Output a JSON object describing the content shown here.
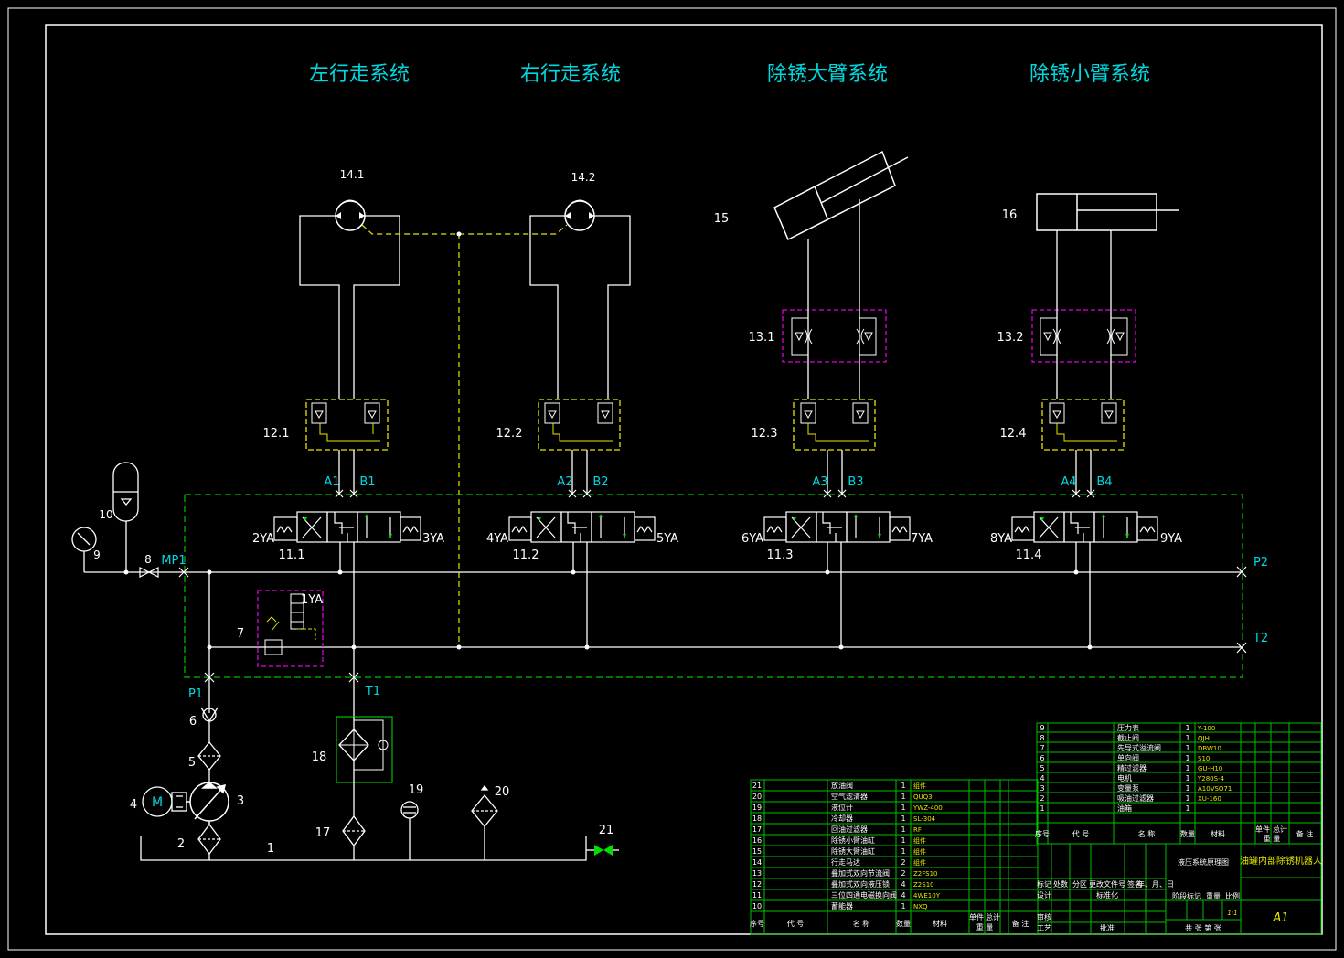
{
  "subsystem_titles": [
    "左行走系统",
    "右行走系统",
    "除锈大臂系统",
    "除锈小臂系统"
  ],
  "motor_labels": [
    "14.1",
    "14.2"
  ],
  "cylinder_labels": [
    "15",
    "16"
  ],
  "throttle_labels": [
    "13.1",
    "13.2"
  ],
  "lock_labels": [
    "12.1",
    "12.2",
    "12.3",
    "12.4"
  ],
  "valve_labels": [
    "11.1",
    "11.2",
    "11.3",
    "11.4"
  ],
  "ports": [
    "A1",
    "B1",
    "A2",
    "B2",
    "A3",
    "B3",
    "A4",
    "B4"
  ],
  "solenoids": [
    "2YA",
    "3YA",
    "4YA",
    "5YA",
    "6YA",
    "7YA",
    "8YA",
    "9YA",
    "1YA"
  ],
  "main_ports": [
    "MP1",
    "P2",
    "T2",
    "P1",
    "T1"
  ],
  "component_numbers": [
    "1",
    "2",
    "3",
    "4",
    "5",
    "6",
    "7",
    "8",
    "9",
    "10",
    "17",
    "18",
    "19",
    "20",
    "21"
  ],
  "motor_letter": "M",
  "bom_upper": [
    {
      "no": "9",
      "name": "压力表",
      "qty": "1",
      "code": "Y-100"
    },
    {
      "no": "8",
      "name": "截止阀",
      "qty": "1",
      "code": "QJH"
    },
    {
      "no": "7",
      "name": "先导式溢流阀",
      "qty": "1",
      "code": "DBW10"
    },
    {
      "no": "6",
      "name": "单向阀",
      "qty": "1",
      "code": "S10"
    },
    {
      "no": "5",
      "name": "精过滤器",
      "qty": "1",
      "code": "GU-H10"
    },
    {
      "no": "4",
      "name": "电机",
      "qty": "1",
      "code": "Y280S-4"
    },
    {
      "no": "3",
      "name": "变量泵",
      "qty": "1",
      "code": "A10VSO71"
    },
    {
      "no": "2",
      "name": "吸油过滤器",
      "qty": "1",
      "code": "XU-160"
    },
    {
      "no": "1",
      "name": "油箱",
      "qty": "1",
      "code": ""
    }
  ],
  "bom_lower": [
    {
      "no": "21",
      "name": "放油阀",
      "qty": "1",
      "code": "组件"
    },
    {
      "no": "20",
      "name": "空气滤清器",
      "qty": "1",
      "code": "QUQ3"
    },
    {
      "no": "19",
      "name": "液位计",
      "qty": "1",
      "code": "YWZ-400"
    },
    {
      "no": "18",
      "name": "冷却器",
      "qty": "1",
      "code": "SL-304"
    },
    {
      "no": "17",
      "name": "回油过滤器",
      "qty": "1",
      "code": "RF"
    },
    {
      "no": "16",
      "name": "除锈小臂油缸",
      "qty": "1",
      "code": "组件"
    },
    {
      "no": "15",
      "name": "除锈大臂油缸",
      "qty": "1",
      "code": "组件"
    },
    {
      "no": "14",
      "name": "行走马达",
      "qty": "2",
      "code": "组件"
    },
    {
      "no": "13",
      "name": "叠加式双向节流阀",
      "qty": "2",
      "code": "Z2FS10"
    },
    {
      "no": "12",
      "name": "叠加式双向液压锁",
      "qty": "4",
      "code": "Z2S10"
    },
    {
      "no": "11",
      "name": "三位四通电磁换向阀",
      "qty": "4",
      "code": "4WE10Y"
    },
    {
      "no": "10",
      "name": "蓄能器",
      "qty": "1",
      "code": "NXQ"
    }
  ],
  "bom_headers": {
    "no": "序号",
    "code": "代 号",
    "name": "名 称",
    "qty": "数量",
    "material": "材料",
    "single": "单件",
    "total": "总计",
    "weight": "重 量",
    "remark": "备 注"
  },
  "title_block": {
    "drawing_name": "液压系统原理图",
    "product": "油罐内部除锈机器人",
    "scale": "1:1",
    "sheet": "A1",
    "rev_headers": [
      "标记",
      "处数",
      "分区",
      "更改文件号",
      "签名",
      "年、月、日"
    ],
    "roles": [
      "设计",
      "审核",
      "工艺"
    ],
    "std": "标准化",
    "approve": "批准",
    "stage": "阶段标记",
    "weight": "重量",
    "ratio": "比例",
    "sheets": "共  张  第  张"
  }
}
